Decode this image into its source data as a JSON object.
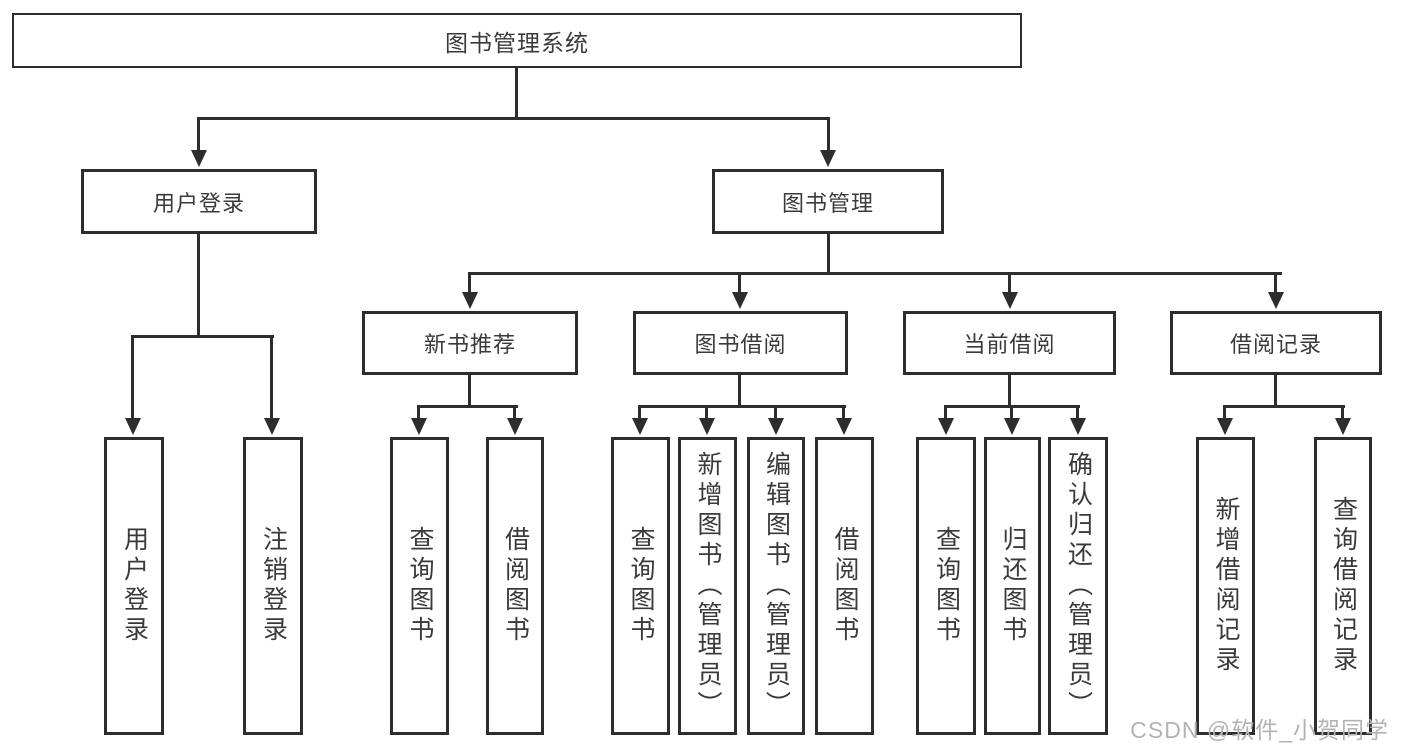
{
  "tree": {
    "root": {
      "label": "图书管理系统"
    },
    "children": [
      {
        "label": "用户登录",
        "children": [
          {
            "label": "用户登录"
          },
          {
            "label": "注销登录"
          }
        ]
      },
      {
        "label": "图书管理",
        "children": [
          {
            "label": "新书推荐",
            "children": [
              {
                "label": "查询图书"
              },
              {
                "label": "借阅图书"
              }
            ]
          },
          {
            "label": "图书借阅",
            "children": [
              {
                "label": "查询图书"
              },
              {
                "label": "新增图书（管理员）"
              },
              {
                "label": "编辑图书（管理员）"
              },
              {
                "label": "借阅图书"
              }
            ]
          },
          {
            "label": "当前借阅",
            "children": [
              {
                "label": "查询图书"
              },
              {
                "label": "归还图书"
              },
              {
                "label": "确认归还（管理员）"
              }
            ]
          },
          {
            "label": "借阅记录",
            "children": [
              {
                "label": "新增借阅记录"
              },
              {
                "label": "查询借阅记录"
              }
            ]
          }
        ]
      }
    ]
  },
  "watermark": {
    "text": "CSDN @软件_小贺同学",
    "color": "#b3b3b3"
  },
  "colors": {
    "line": "#2d2d2d",
    "box_border": "#2d2d2d",
    "box_text": "#3a3a3a",
    "background": "#ffffff"
  }
}
